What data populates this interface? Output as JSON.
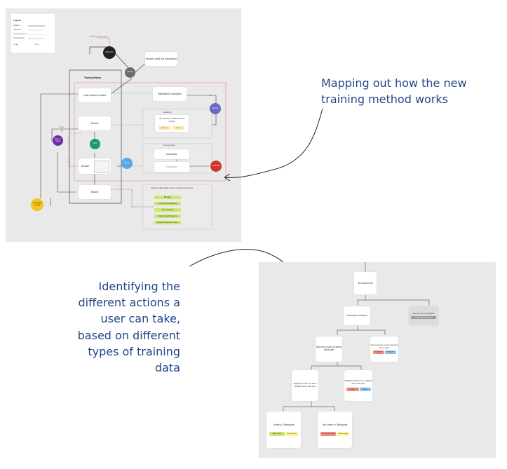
{
  "annotations": {
    "top_note": "Mapping out how the new training method works",
    "bottom_note": "Identifying the different actions a user can take, based on different types of training data"
  },
  "board1": {
    "legend": {
      "title": "Legend",
      "items": [
        "Dataflow",
        "Usage/Sel...",
        "Process output of...",
        "Overlap/option..."
      ],
      "footer_left": "X ▸ ▸ ▸",
      "footer_right": "C ▸ ▸"
    },
    "top_red_label": "Results of training Data",
    "circle_start": "Click train",
    "model_used": "Model used for extraction",
    "training_history": "Training History",
    "last_trained": "Last trained model",
    "validated": "Validated examples",
    "model_a": "Model",
    "validation_title": "Validation",
    "validation_text": "Hire words to validate these results",
    "val_tag1": "Make real",
    "val_tag2": "Untrain",
    "model_b": "Model",
    "training_data_title": "Training data",
    "example1": "Example",
    "example2": "Example",
    "model_c": "Model",
    "training_data_list_title": "Training data (with some examples selected)",
    "green_items": [
      "Bill (type)",
      "Transfer (Exchange/Store)",
      "Accounting (ah)",
      "Transfer (Vault/Clearance)",
      "B-Store (Pull-Lemond Store)"
    ],
    "circle_deploy": "Deploy",
    "circle_train": "Train",
    "circle_review": "Review",
    "circle_back": "Back to update",
    "circle_reuse": "Reuse",
    "circle_auto": "Auto-trigger training",
    "circle_eval": "Evaluate",
    "red_small": "Revert"
  },
  "board2": {
    "all_docs": "All documents",
    "has_been_reviewed": "Has been reviewed",
    "not_reviewed": "Has not been reviewed",
    "not_reviewed_tag": "Review and/or mark for train",
    "used_in_training": "Has been used in training the model",
    "not_used_in_training": "Has not been used in training the model",
    "not_used_tag1": "Train with all records",
    "not_used_tag2": "Exclude from training",
    "highlights_not_updated": "Highlights have not been updated since last train",
    "highlights_updated": "Highlights have been updated since last train",
    "updated_tag1": "Train with new records",
    "updated_tag2": "Exclude from training",
    "under_checkpoint": "Under a Checkpoint",
    "not_under_checkpoint": "Not under a Checkpoint",
    "cp_tag1": "Add to Model",
    "cp_tag2": "Disable training",
    "ncp_tag1": "Remove from Model",
    "ncp_tag2": "Disable training"
  }
}
